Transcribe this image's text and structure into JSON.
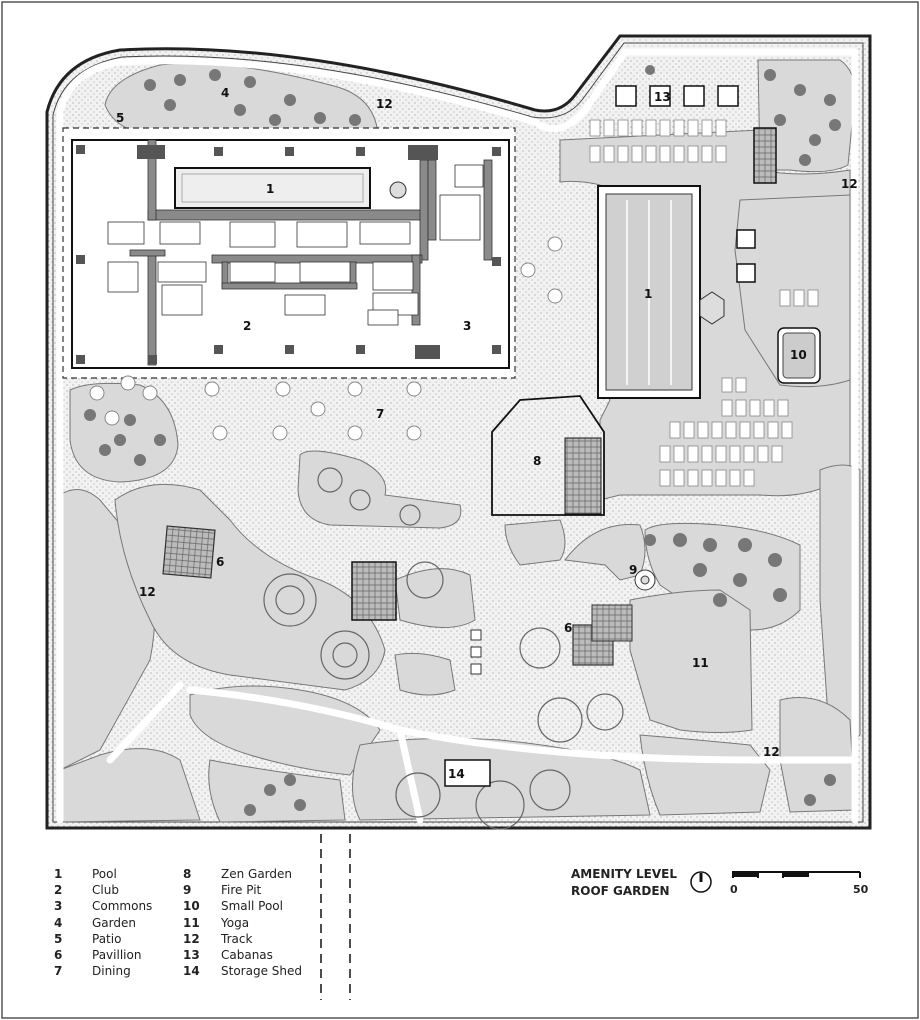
{
  "plan": {
    "title_line1": "AMENITY LEVEL",
    "title_line2": "ROOF GARDEN",
    "scale_start": "0",
    "scale_end": "50",
    "north_icon": "north-arrow-icon"
  },
  "labels": {
    "pool_main": "1",
    "club": "2",
    "commons": "3",
    "garden": "4",
    "patio": "5",
    "pavillion_west": "6",
    "pavillion_east": "6",
    "dining": "7",
    "zen_garden": "8",
    "fire_pit": "9",
    "small_pool": "10",
    "yoga": "11",
    "track_north": "12",
    "track_east": "12",
    "track_west": "12",
    "track_south": "12",
    "cabanas": "13",
    "storage_shed": "14",
    "club_pool_room": "1"
  },
  "legend": [
    {
      "num": "1",
      "name": "Pool"
    },
    {
      "num": "2",
      "name": "Club"
    },
    {
      "num": "3",
      "name": "Commons"
    },
    {
      "num": "4",
      "name": "Garden"
    },
    {
      "num": "5",
      "name": "Patio"
    },
    {
      "num": "6",
      "name": "Pavillion"
    },
    {
      "num": "7",
      "name": "Dining"
    },
    {
      "num": "8",
      "name": "Zen Garden"
    },
    {
      "num": "9",
      "name": "Fire Pit"
    },
    {
      "num": "10",
      "name": "Small Pool"
    },
    {
      "num": "11",
      "name": "Yoga"
    },
    {
      "num": "12",
      "name": "Track"
    },
    {
      "num": "13",
      "name": "Cabanas"
    },
    {
      "num": "14",
      "name": "Storage Shed"
    }
  ]
}
